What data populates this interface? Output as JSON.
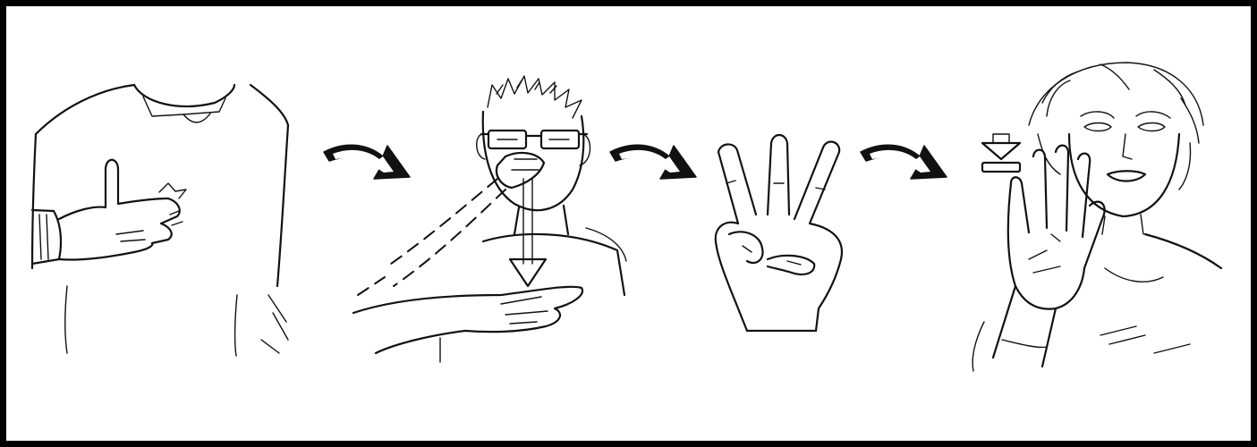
{
  "panel": {
    "border_color": "#000000",
    "background": "#ffffff",
    "ink_color": "#111111"
  },
  "sequence": [
    {
      "id": "step-1",
      "icon": "thumb-on-palm-at-chest-illustration"
    },
    {
      "id": "step-2",
      "icon": "hand-from-nose-down-to-palm-illustration"
    },
    {
      "id": "step-3",
      "icon": "three-fingers-hand-illustration"
    },
    {
      "id": "step-4",
      "icon": "open-palm-push-illustration"
    }
  ],
  "connectors": [
    "curved-arrow-icon",
    "curved-arrow-icon",
    "curved-arrow-icon"
  ]
}
